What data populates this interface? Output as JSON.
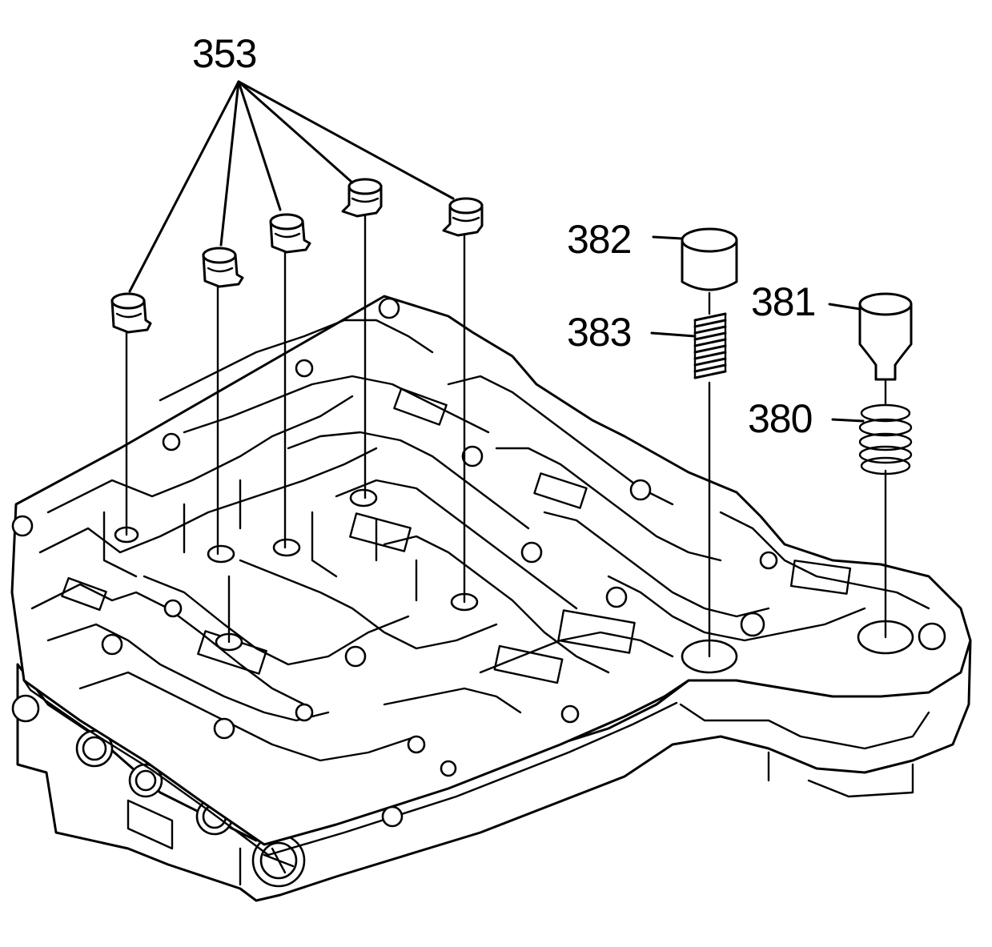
{
  "callouts": {
    "c353": "353",
    "c382": "382",
    "c383": "383",
    "c381": "381",
    "c380": "380"
  },
  "colors": {
    "line": "#000000",
    "background": "#ffffff"
  }
}
